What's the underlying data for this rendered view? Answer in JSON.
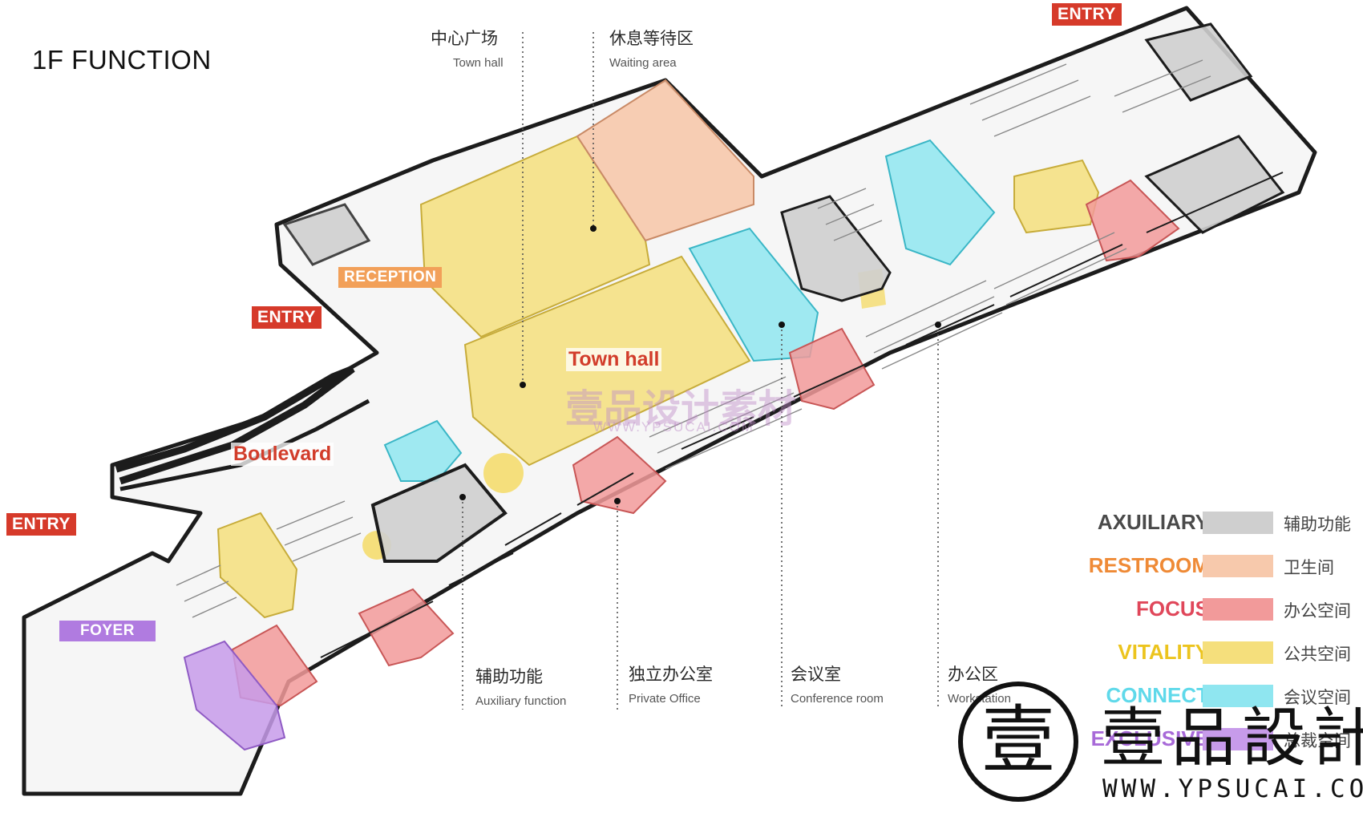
{
  "title": "1F FUNCTION",
  "tags": {
    "entry_top": "ENTRY",
    "entry_mid": "ENTRY",
    "entry_left": "ENTRY",
    "reception": "RECEPTION",
    "foyer": "FOYER"
  },
  "areas": {
    "town_hall": "Town hall",
    "boulevard": "Boulevard"
  },
  "callouts": [
    {
      "cn": "中心广场",
      "en": "Town hall"
    },
    {
      "cn": "休息等待区",
      "en": "Waiting area"
    },
    {
      "cn": "辅助功能",
      "en": "Auxiliary function"
    },
    {
      "cn": "独立办公室",
      "en": "Private Office"
    },
    {
      "cn": "会议室",
      "en": "Conference room"
    },
    {
      "cn": "办公区",
      "en": "Workstation"
    }
  ],
  "legend": [
    {
      "name": "AXUILIARY",
      "cn": "辅助功能",
      "color": "#cfcfcf",
      "text_color": "#4a4a4a"
    },
    {
      "name": "RESTROOM",
      "cn": "卫生间",
      "color": "#f7c9ac",
      "text_color": "#ef8a36"
    },
    {
      "name": "FOCUS",
      "cn": "办公空间",
      "color": "#f29a9a",
      "text_color": "#e0475a"
    },
    {
      "name": "VITALITY",
      "cn": "公共空间",
      "color": "#f5df7c",
      "text_color": "#ecc41e"
    },
    {
      "name": "CONNECT",
      "cn": "会议空间",
      "color": "#8fe6f0",
      "text_color": "#5fd9ea"
    },
    {
      "name": "EXCLUSIVE",
      "cn": "总裁空间",
      "color": "#c79bea",
      "text_color": "#a86ad8"
    }
  ],
  "colors": {
    "axuiliary": "#cfcfcf",
    "restroom": "#f7c9ac",
    "focus": "#f29a9a",
    "vitality": "#f5df7c",
    "connect": "#8fe6f0",
    "exclusive": "#c79bea",
    "wall": "#1c1c1c"
  },
  "watermark": {
    "text": "壹品设计素材",
    "url": "WWW.YPSUCAI.COM"
  },
  "brand": {
    "logo_char": "壹",
    "name": "壹品設計",
    "url": "WWW.YPSUCAI.COM"
  }
}
